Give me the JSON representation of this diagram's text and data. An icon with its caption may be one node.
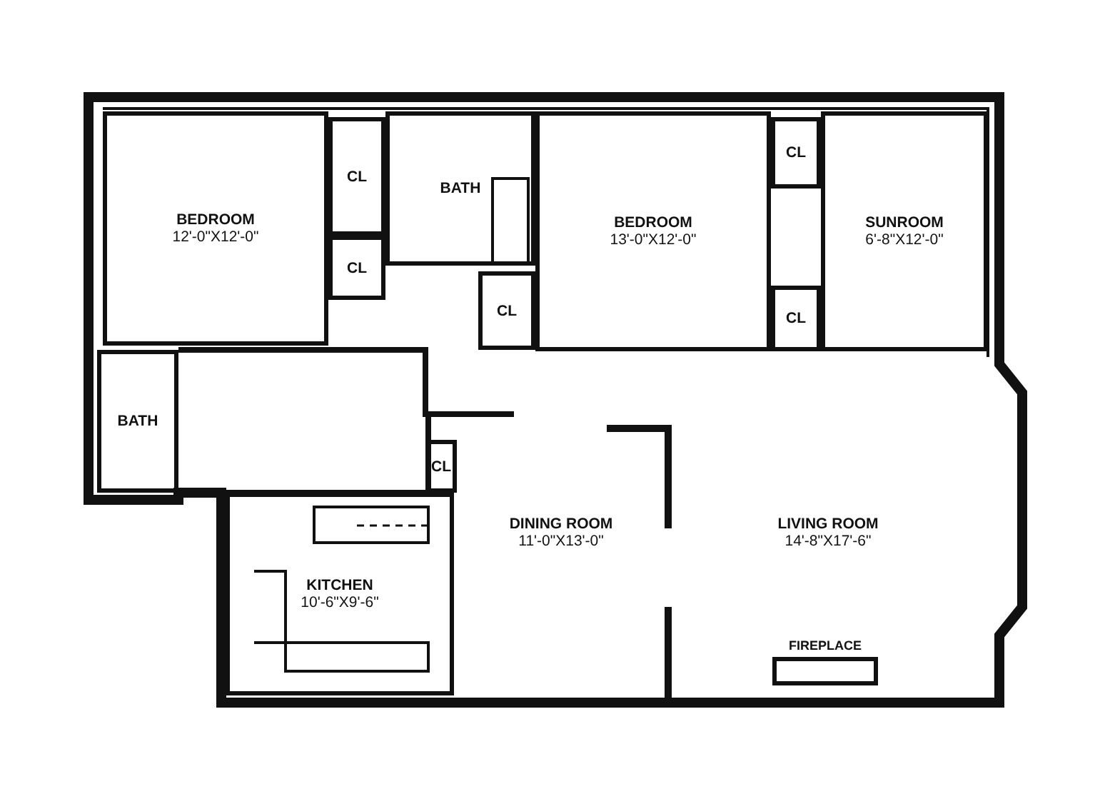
{
  "diagram": {
    "nodes": [
      {
        "text": [
          "BEDROOM",
          "12'-0\"X12'-0\""
        ]
      },
      {
        "text": [
          "CL"
        ]
      },
      {
        "text": [
          "BATH"
        ]
      },
      {
        "text": [
          "BEDROOM",
          "13'-0\"X12'-0\""
        ]
      },
      {
        "text": [
          "CL"
        ]
      },
      {
        "text": [
          "SUNROOM",
          "6'-8\"X12'-0\""
        ]
      },
      {
        "text": [
          "CL"
        ]
      },
      {
        "text": [
          "CL"
        ]
      },
      {
        "text": [
          "CL"
        ]
      },
      {
        "text": [
          "BATH"
        ]
      },
      {
        "text": [
          "CL"
        ]
      },
      {
        "text": [
          "DINING ROOM",
          "11'-0\"X13'-0\""
        ]
      },
      {
        "text": [
          "LIVING ROOM",
          "14'-8\"X17'-6\""
        ]
      },
      {
        "text": [
          "KITCHEN",
          "10'-6\"X9'-6\""
        ]
      },
      {
        "text": [
          "FIREPLACE"
        ]
      }
    ]
  }
}
